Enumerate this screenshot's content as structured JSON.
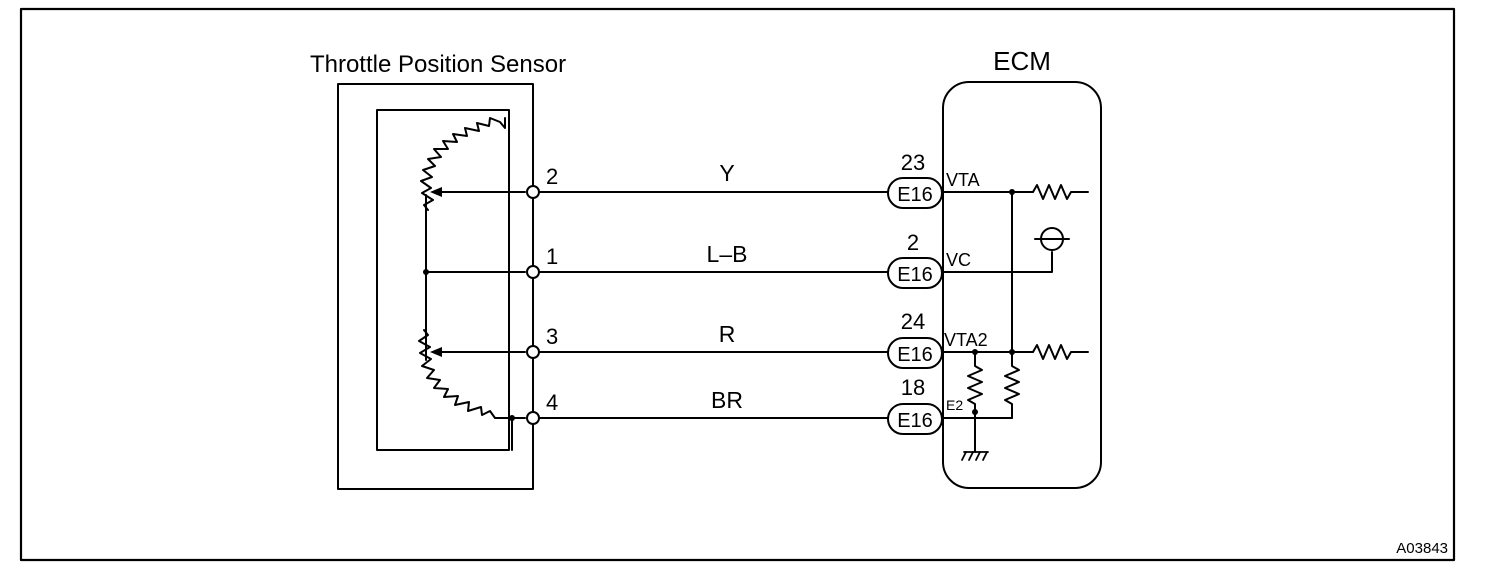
{
  "sensor": {
    "title": "Throttle Position Sensor"
  },
  "ecm": {
    "title": "ECM",
    "signals": {
      "vta": "VTA",
      "vc": "VC",
      "vta2": "VTA2",
      "e2": "E2"
    }
  },
  "sensor_pins": [
    "2",
    "1",
    "3",
    "4"
  ],
  "wire_colors": [
    "Y",
    "L–B",
    "R",
    "BR"
  ],
  "connectors": [
    {
      "code": "E16",
      "pin": "23"
    },
    {
      "code": "E16",
      "pin": "2"
    },
    {
      "code": "E16",
      "pin": "24"
    },
    {
      "code": "E16",
      "pin": "18"
    }
  ],
  "figure_id": "A03843"
}
